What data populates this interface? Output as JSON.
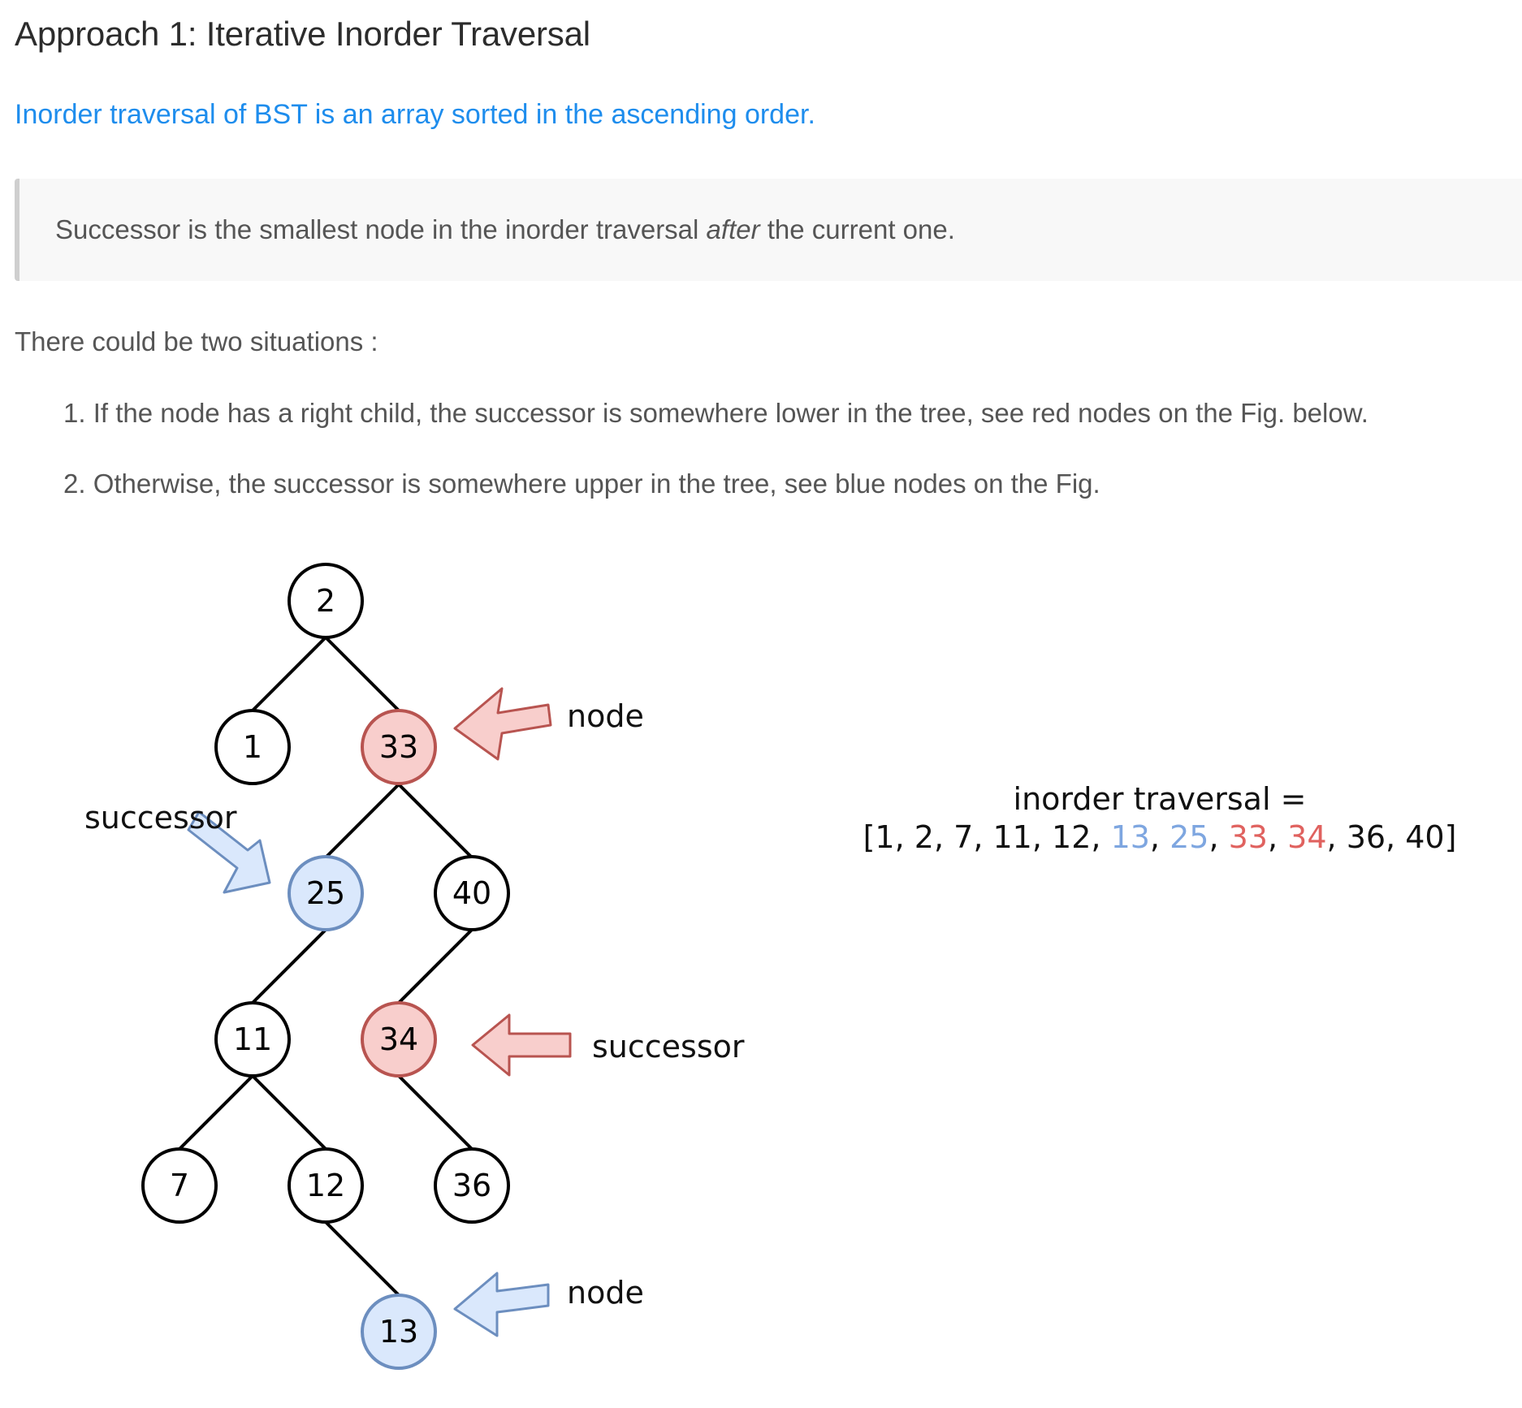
{
  "heading": "Approach 1: Iterative Inorder Traversal",
  "lead_text": "Inorder traversal of BST is an array sorted in the ascending order.",
  "quote": {
    "before": "Successor is the smallest node in the inorder traversal ",
    "emphasis": "after",
    "after": " the current one."
  },
  "intro": "There could be two situations :",
  "situations": [
    "1. If the node has a right child, the successor is somewhere lower in the tree, see red nodes on the Fig. below.",
    "2. Otherwise, the successor is somewhere upper in the tree, see blue nodes on the Fig."
  ],
  "colors": {
    "link_blue": "#1e8ded",
    "red_fill": "#f7cfcf",
    "red_stroke": "#b85450",
    "red_text": "#e0625f",
    "blue_fill": "#dae8fc",
    "blue_stroke": "#6c8ebf",
    "blue_text": "#7ea6e0"
  },
  "figure": {
    "nodes": {
      "n2": "2",
      "n1": "1",
      "n33": "33",
      "n25": "25",
      "n40": "40",
      "n11": "11",
      "n34": "34",
      "n7": "7",
      "n12": "12",
      "n36": "36",
      "n13": "13"
    },
    "labels": {
      "node_top": "node",
      "successor_left": "successor",
      "successor_right": "successor",
      "node_bottom": "node"
    },
    "traversal_title": "inorder traversal =",
    "traversal": {
      "open": "[",
      "close": "]",
      "sep": ", ",
      "items": [
        "1",
        "2",
        "7",
        "11",
        "12",
        "13",
        "25",
        "33",
        "34",
        "36",
        "40"
      ],
      "highlight_blue": [
        "13",
        "25"
      ],
      "highlight_red": [
        "33",
        "34"
      ]
    }
  }
}
